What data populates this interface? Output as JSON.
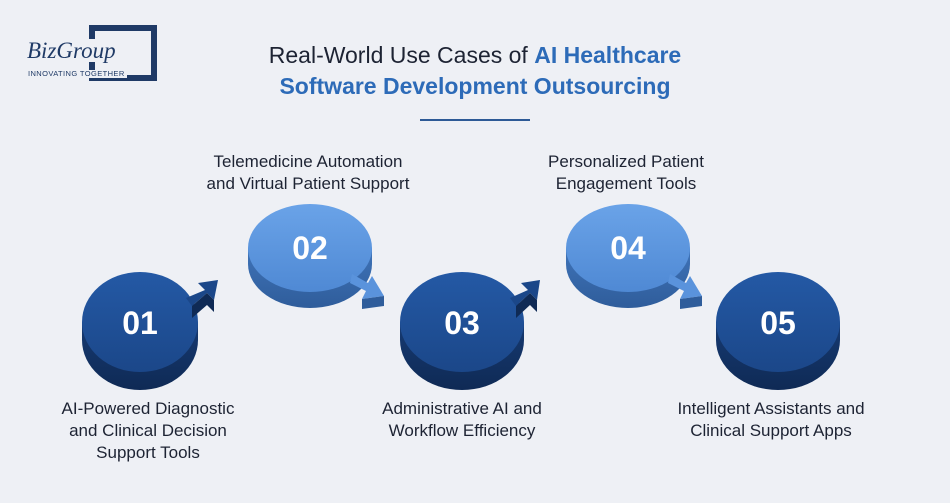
{
  "logo": {
    "name": "BizGroup",
    "tagline": "INNOVATING TOGETHER"
  },
  "title": {
    "part1": "Real-World Use Cases of ",
    "part2": "AI Healthcare",
    "part3": "Software Development Outsourcing"
  },
  "colors": {
    "dark_blue": "#1f4f93",
    "light_blue": "#5a93dc",
    "accent": "#2d6bb8"
  },
  "steps": [
    {
      "number": "01",
      "label_line1": "AI-Powered Diagnostic",
      "label_line2": "and Clinical Decision",
      "label_line3": "Support Tools"
    },
    {
      "number": "02",
      "label_line1": "Telemedicine Automation",
      "label_line2": "and Virtual Patient Support"
    },
    {
      "number": "03",
      "label_line1": "Administrative AI and",
      "label_line2": "Workflow Efficiency"
    },
    {
      "number": "04",
      "label_line1": "Personalized Patient",
      "label_line2": "Engagement Tools"
    },
    {
      "number": "05",
      "label_line1": "Intelligent Assistants and",
      "label_line2": "Clinical Support Apps"
    }
  ]
}
